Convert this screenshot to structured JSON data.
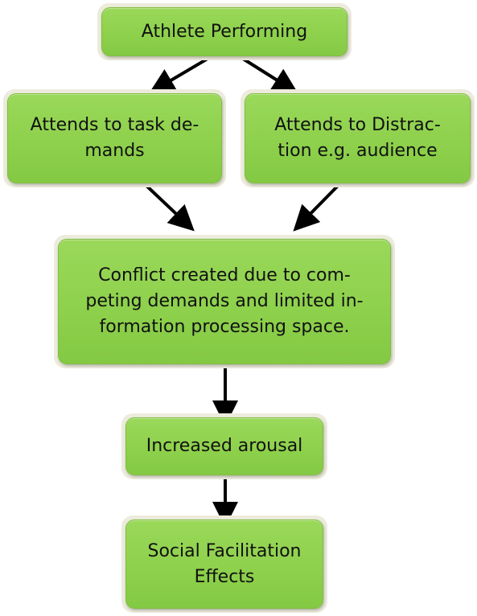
{
  "nodes": {
    "athlete_performing": {
      "lines": [
        "Athlete Performing"
      ]
    },
    "attends_task": {
      "lines": [
        "Attends to task de-",
        "mands"
      ]
    },
    "attends_distraction": {
      "lines": [
        "Attends to Distrac-",
        "tion e.g. audience"
      ]
    },
    "conflict": {
      "lines": [
        "Conflict created due to com-",
        "peting demands and limited in-",
        "formation processing space."
      ]
    },
    "increased_arousal": {
      "lines": [
        "Increased arousal"
      ]
    },
    "social_facilitation": {
      "lines": [
        "Social Facilitation",
        "Effects"
      ]
    }
  },
  "colors": {
    "box_fill": "#8ed14c",
    "box_border": "#7fbf3f",
    "outer_frame": "#ecebdc",
    "arrow": "#000000",
    "text": "#111111"
  }
}
